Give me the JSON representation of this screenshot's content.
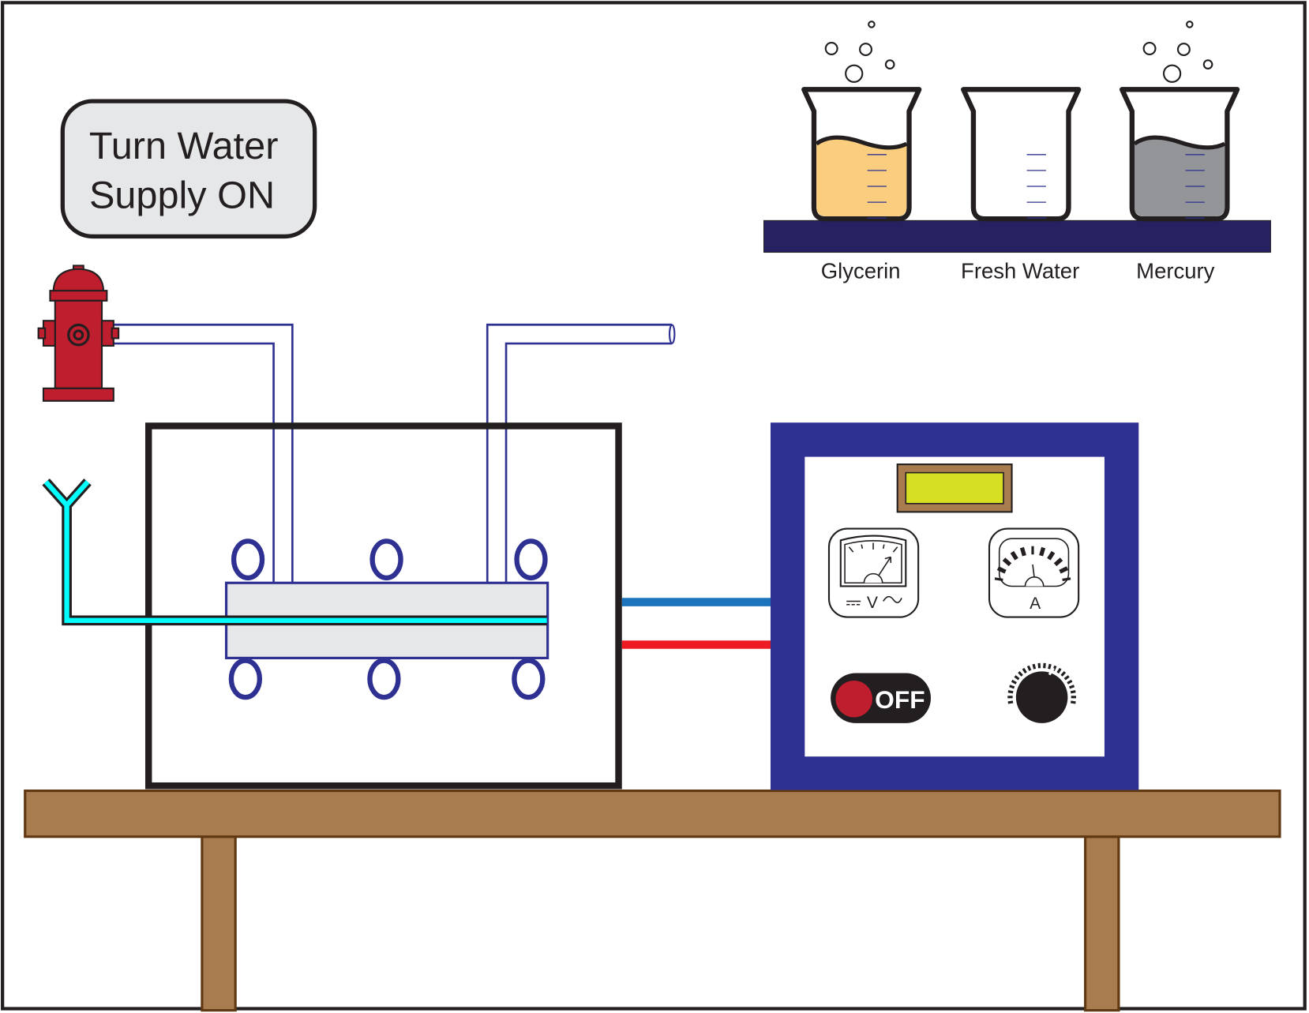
{
  "water_supply_button": {
    "line1": "Turn Water",
    "line2": "Supply ON"
  },
  "beakers": [
    {
      "label": "Glycerin",
      "liquid_color": "#fbcd7f"
    },
    {
      "label": "Fresh Water",
      "liquid_color": "#ffffff"
    },
    {
      "label": "Mercury",
      "liquid_color": "#939598"
    }
  ],
  "power_supply": {
    "voltmeter_label": "V",
    "ammeter_label": "A",
    "power_switch_label": "OFF",
    "display_color": "#d7df23"
  },
  "colors": {
    "navy": "#2e3192",
    "shelf": "#262262",
    "wood": "#a97c50",
    "hydrant": "#be1e2d",
    "cold_pipe": "#00ffff",
    "wire_blue": "#1c75bc",
    "wire_red": "#ed1c24"
  }
}
